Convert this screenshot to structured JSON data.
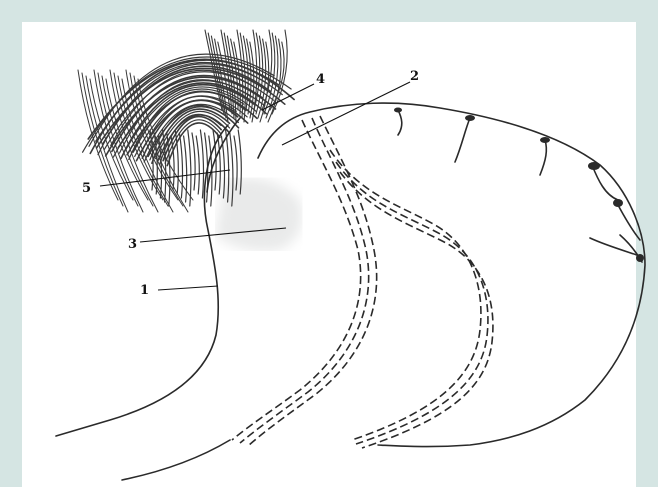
{
  "figure": {
    "labels": [
      {
        "id": "1",
        "text": "1"
      },
      {
        "id": "2",
        "text": "2"
      },
      {
        "id": "3",
        "text": "3"
      },
      {
        "id": "4",
        "text": "4"
      },
      {
        "id": "5",
        "text": "5"
      }
    ]
  },
  "colors": {
    "frame": "#d5e5e3",
    "paper": "#ffffff",
    "ink": "#2a2a2a"
  }
}
